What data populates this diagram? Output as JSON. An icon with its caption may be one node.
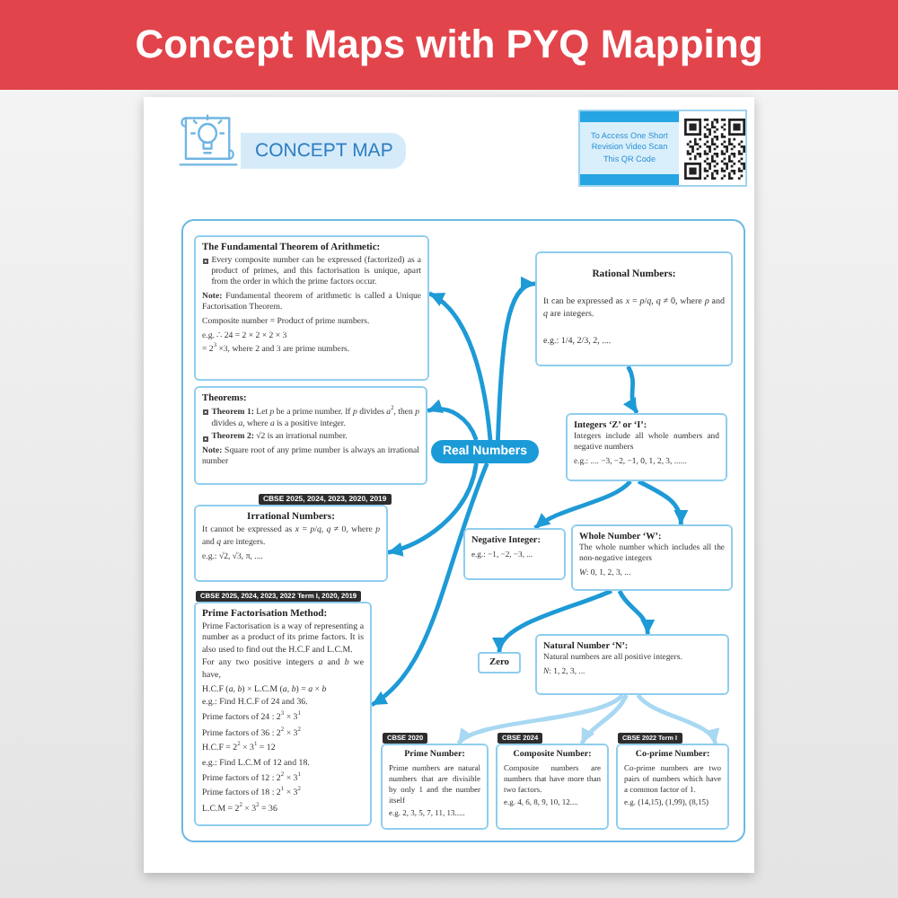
{
  "diagram": {
    "title": "Concept Maps with PYQ Mapping",
    "nodes": [
      {
        "text": [
          "The Fundamental Theorem of Arithmetic:",
          "Every composite number can be expressed (factorized) as a product of primes, and this factorisation is unique, apart from the order in which the prime factors occur.",
          "**Note:** Fundamental theorem of arithmetic is called a Unique Factorisation Theorem.",
          "Composite number = Product of prime numbers.",
          "e.g. ∴ 24 = 2 × 2 × 2 × 3",
          "= 2$^{3}$ ×3, where 2 and 3 are prime numbers."
        ]
      },
      {
        "text": [
          "Theorems:",
          "**Theorem 1:** Let *p* be a prime number. If *p* divides *a*$^{2}$, then *p* divides *a*, where *a* is a positive integer.",
          "**Theorem 2:** √2 is an irrational number.",
          "**Note:** Square root of any prime number is always an irrational number"
        ]
      },
      {
        "text": [
          "Real Numbers"
        ]
      },
      {
        "text": [
          "Rational Numbers:",
          "It can be expressed as *x* = *p*/*q*, *q* ≠ 0, where *p* and *q* are integers.",
          "e.g.: 1/4, 2/3, 2, ...."
        ]
      },
      {
        "text": [
          "Integers ‘Z’ or ‘I’:",
          "Integers include all whole numbers and negative numbers",
          "e.g.: .... −3, −2, −1, 0, 1, 2, 3, ......"
        ]
      },
      {
        "text": [
          "Irrational Numbers:",
          "It cannot be expressed as *x* = *p*/*q*, *q* ≠ 0, where *p* and *q* are integers.",
          "e.g.: √2, √3, π, ...."
        ],
        "beside": [
          "CBSE 2025, 2024, 2023, 2020, 2019"
        ]
      },
      {
        "text": [
          "Negative Integer:",
          "e.g.: −1, −2, −3, ..."
        ]
      },
      {
        "text": [
          "Whole Number ‘W’:",
          "The whole number which includes all the non-negative integers",
          "*W*: 0, 1, 2, 3, ..."
        ]
      },
      {
        "text": [
          "Prime Factorisation Method:",
          "Prime Factorisation is a way of representing a number as a product of its prime factors. It is also used to find out the H.C.F and L.C.M.",
          "For any two positive integers *a* and *b* we have,",
          "H.C.F (*a*, *b*) × L.C.M (*a*, *b*) = *a* × *b*",
          "e.g.: Find H.C.F of 24 and 36.",
          "Prime factors of 24 : 2$^{3}$ × 3$^{1}$",
          "Prime factors of 36 : 2$^{2}$ × 3$^{2}$",
          "H.C.F = 2$^{2}$ × 3$^{1}$ = 12",
          "e.g.: Find L.C.M of 12 and 18.",
          "Prime factors of 12 : 2$^{2}$ × 3$^{1}$",
          "Prime factors of 18 : 2$^{1}$ × 3$^{2}$",
          "L.C.M = 2$^{2}$ × 3$^{2}$ = 36"
        ],
        "beside": [
          "CBSE 2025, 2024, 2023, 2022 Term I, 2020, 2019"
        ]
      },
      {
        "text": [
          "Zero"
        ]
      },
      {
        "text": [
          "Natural Number ‘N’:",
          "Natural numbers are all positive integers.",
          "*N*: 1, 2, 3, ..."
        ]
      },
      {
        "text": [
          "Prime Number:",
          "Prime numbers are natural numbers that are divisible by only 1 and the number itself",
          "e.g. 2, 3, 5, 7, 11, 13....."
        ],
        "beside": [
          "CBSE 2020"
        ]
      },
      {
        "text": [
          "Composite Number:",
          "Composite numbers are numbers that have more than two factors.",
          "e.g. 4, 6, 8, 9, 10, 12...."
        ],
        "beside": [
          "CBSE 2024"
        ]
      },
      {
        "text": [
          "Co-prime Number:",
          "Co-prime numbers are two pairs of numbers which have a common factor of 1.",
          "e.g. (14,15), (1,99), (8,15)"
        ],
        "beside": [
          "CBSE 2022 Term I"
        ]
      }
    ],
    "edges": [
      {
        "from": 2,
        "to": 0,
        "arrow": "to"
      },
      {
        "from": 2,
        "to": 1,
        "arrow": "to"
      },
      {
        "from": 2,
        "to": 3,
        "arrow": "to"
      },
      {
        "from": 2,
        "to": 5,
        "arrow": "to"
      },
      {
        "from": 2,
        "to": 8,
        "arrow": "to"
      },
      {
        "from": 3,
        "to": 4,
        "arrow": "to"
      },
      {
        "from": 4,
        "to": 6,
        "arrow": "to"
      },
      {
        "from": 4,
        "to": 7,
        "arrow": "to"
      },
      {
        "from": 7,
        "to": 9,
        "arrow": "to"
      },
      {
        "from": 7,
        "to": 10,
        "arrow": "to"
      },
      {
        "from": 10,
        "to": 11,
        "arrow": "to",
        "color": "#a8d8f2"
      },
      {
        "from": 10,
        "to": 12,
        "arrow": "to",
        "color": "#a8d8f2"
      },
      {
        "from": 10,
        "to": 13,
        "arrow": "to",
        "color": "#a8d8f2"
      }
    ],
    "labels": [
      "CONCEPT MAP",
      "To Access One Short Revision Video Scan This QR Code"
    ]
  }
}
